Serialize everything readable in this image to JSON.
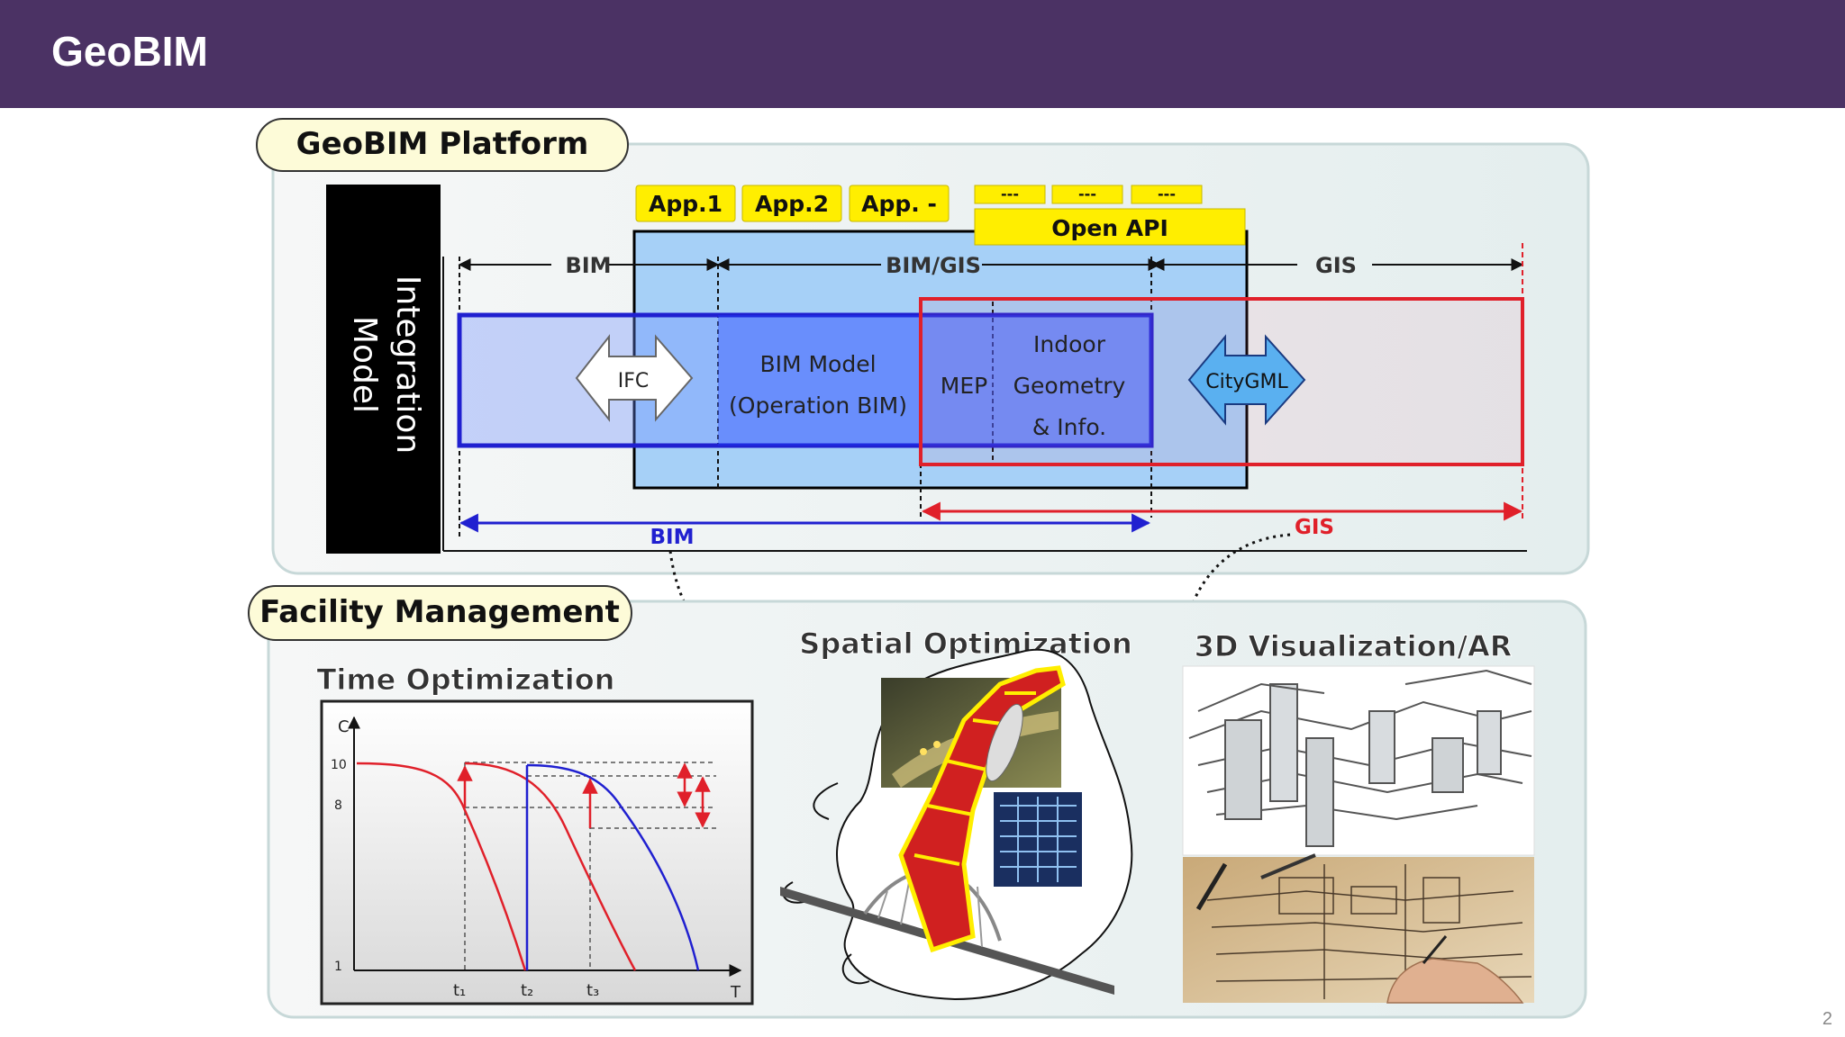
{
  "header": {
    "title": "GeoBIM"
  },
  "page_number": "2",
  "platform": {
    "title": "GeoBIM Platform",
    "integration_model": [
      "Integration",
      "Model"
    ],
    "apps": [
      "App.1",
      "App.2",
      "App. -"
    ],
    "api_slots": [
      "---",
      "---",
      "---"
    ],
    "open_api": "Open API",
    "range_top": {
      "bim": "BIM",
      "bimgis": "BIM/GIS",
      "gis": "GIS"
    },
    "ifc": "IFC",
    "bim_model": [
      "BIM Model",
      "(Operation BIM)"
    ],
    "mep": "MEP",
    "indoor": [
      "Indoor",
      "Geometry",
      "& Info."
    ],
    "citygml": "CityGML",
    "range_bottom": {
      "bim": "BIM",
      "gis": "GIS"
    }
  },
  "fm": {
    "title": "Facility Management",
    "time_title": "Time Optimization",
    "spatial_title": "Spatial Optimization",
    "viz_title": "3D Visualization/AR",
    "chart": {
      "y_axis_label": "C",
      "x_axis_label": "T",
      "y_ticks": [
        "10",
        "8",
        "1"
      ],
      "x_ticks": [
        "t₁",
        "t₂",
        "t₃"
      ]
    }
  },
  "colors": {
    "header": "#4b3264",
    "bim_blue": "#2020d0",
    "gis_red": "#e0202a",
    "app_yellow": "#ffee00",
    "pill_fill": "#fdfbd8"
  }
}
